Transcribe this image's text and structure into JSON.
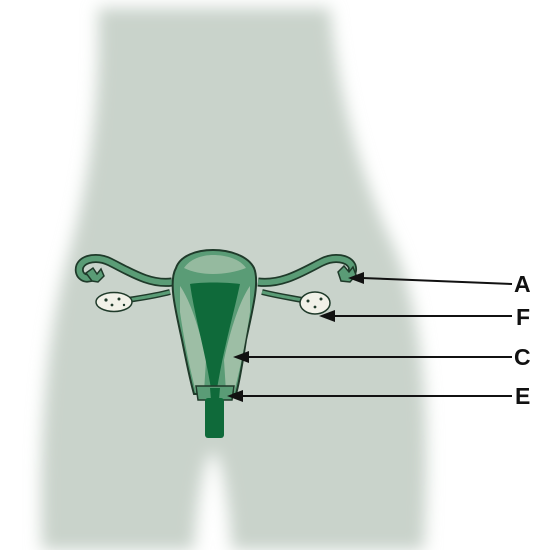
{
  "diagram": {
    "colors": {
      "body_fill": "#c9d3cb",
      "organ_fill": "#5a9c76",
      "organ_light": "#a9c4ae",
      "cavity_dark": "#0f6a3a",
      "outline": "#1f3a2a",
      "ovary_fill": "#f1f1e8",
      "arrow": "#111111"
    },
    "callouts": [
      {
        "id": "a",
        "label": "A"
      },
      {
        "id": "f",
        "label": "F"
      },
      {
        "id": "c",
        "label": "C"
      },
      {
        "id": "e",
        "label": "E"
      }
    ]
  }
}
